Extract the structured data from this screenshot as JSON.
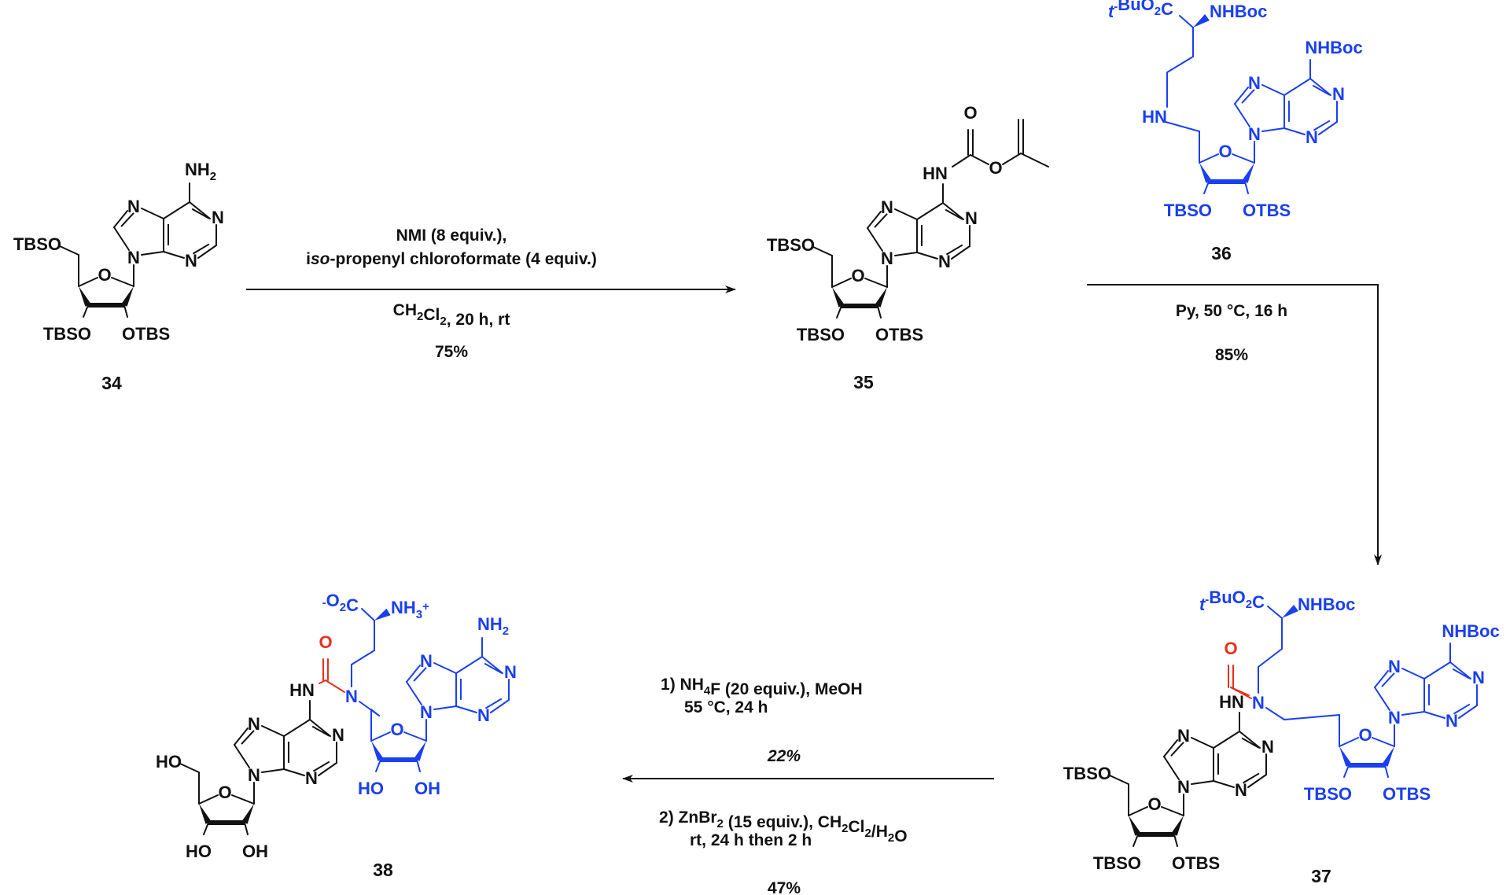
{
  "colors": {
    "black": "#111111",
    "blue": "#1a3ff0",
    "red": "#e8301c"
  },
  "compounds": [
    {
      "id": "34",
      "label": "34",
      "atoms": {
        "n6": "NH2",
        "n7": "N",
        "n1": "N",
        "n3": "N",
        "n9": "N",
        "o4": "O",
        "o5": "TBSO",
        "o3": "TBSO",
        "o2": "OTBS"
      }
    },
    {
      "id": "35",
      "label": "35",
      "atoms": {
        "n6": "HN",
        "carbonyl_o": "O",
        "ester_o": "O",
        "n7": "N",
        "n1": "N",
        "n3": "N",
        "n9": "N",
        "o4": "O",
        "o5": "TBSO",
        "o3": "TBSO",
        "o2": "OTBS"
      }
    },
    {
      "id": "36",
      "label": "36",
      "atoms": {
        "ester": "t-BuO2C",
        "alpha_n": "NHBoc",
        "n6": "NHBoc",
        "amine": "HN",
        "n7": "N",
        "n1": "N",
        "n3": "N",
        "n9": "N",
        "o4": "O",
        "o3": "TBSO",
        "o2": "OTBS"
      }
    },
    {
      "id": "37",
      "label": "37",
      "atoms": {
        "ester": "t-BuO2C",
        "alpha_n": "NHBoc",
        "n6_blue": "NHBoc",
        "urea_n": "N",
        "urea_o": "O",
        "urea_nh": "HN",
        "n7": "N",
        "n1": "N",
        "n3": "N",
        "n9": "N",
        "o4": "O",
        "o5": "TBSO",
        "o3": "TBSO",
        "o2": "OTBS",
        "blue_o3": "TBSO",
        "blue_o2": "OTBS"
      }
    },
    {
      "id": "38",
      "label": "38",
      "atoms": {
        "carboxylate": "-O2C",
        "alpha_n": "NH3+",
        "n6_blue": "NH2",
        "urea_n": "N",
        "urea_o": "O",
        "urea_nh": "HN",
        "n7": "N",
        "n1": "N",
        "n3": "N",
        "n9": "N",
        "o4": "O",
        "o5": "HO",
        "o3": "HO",
        "o2": "OH",
        "blue_o3": "HO",
        "blue_o2": "OH"
      }
    }
  ],
  "reactions": [
    {
      "id": "step1",
      "from": "34",
      "to": "35",
      "above": [
        "NMI (8 equiv.),",
        "iso-propenyl chloroformate (4 equiv.)"
      ],
      "below": [
        "CH2Cl2, 20 h, rt"
      ],
      "yield": "75%"
    },
    {
      "id": "step2",
      "from": "35",
      "to": "37",
      "reagent": "36",
      "below": [
        "Py, 50 °C, 16 h"
      ],
      "yield": "85%"
    },
    {
      "id": "step3",
      "from": "37",
      "to": "38",
      "step_a": [
        "1) NH4F (20 equiv.), MeOH",
        "55 °C, 24 h"
      ],
      "yield_a": "22%",
      "step_b": [
        "2) ZnBr2 (15 equiv.), CH2Cl2/H2O",
        "rt, 24 h then 2 h"
      ],
      "yield_b": "47%"
    }
  ]
}
